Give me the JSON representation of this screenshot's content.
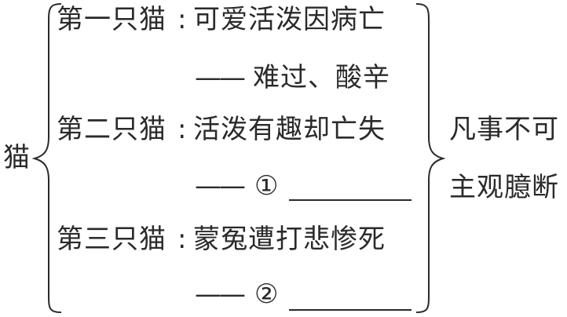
{
  "root": "猫",
  "cat1": {
    "label": "第一只猫",
    "colon": ":",
    "desc": "可爱活泼因病亡",
    "dash": "——",
    "feeling": "难过、酸辛"
  },
  "cat2": {
    "label": "第二只猫",
    "colon": ":",
    "desc": "活泼有趣却亡失",
    "dash": "——",
    "blank_marker": "①"
  },
  "cat3": {
    "label": "第三只猫",
    "colon": ":",
    "desc": "蒙冤遭打悲惨死",
    "dash": "——",
    "blank_marker": "②"
  },
  "conclusion": {
    "line1": "凡事不可",
    "line2": "主观臆断"
  }
}
